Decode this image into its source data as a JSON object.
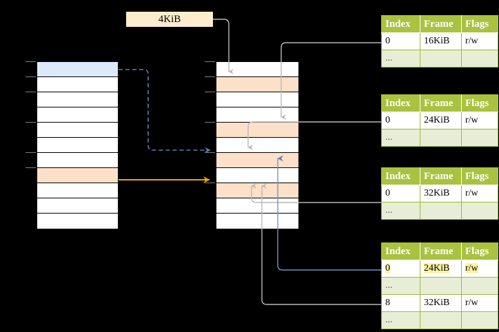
{
  "title": "Page table walk diagram",
  "size_label": {
    "text": "4KiB"
  },
  "colors": {
    "highlight_blue": "#dce9fa",
    "highlight_peach": "#fde0c8",
    "table_header_green": "#a9c23f",
    "table_alt_row": "#e8eed6",
    "yellow_mark": "#fbf3a0",
    "orange_arrow": "#e8a400",
    "blue_arrow": "#5b81b0",
    "gray_arrow": "#b3b3b3"
  },
  "virtual_column": {
    "name": "virtual-address-space",
    "row_count": 11,
    "rows": [
      {
        "index": 0,
        "fill": "blue"
      },
      {
        "index": 1,
        "fill": "white"
      },
      {
        "index": 2,
        "fill": "white"
      },
      {
        "index": 3,
        "fill": "white"
      },
      {
        "index": 4,
        "fill": "white"
      },
      {
        "index": 5,
        "fill": "white"
      },
      {
        "index": 6,
        "fill": "white"
      },
      {
        "index": 7,
        "fill": "peach"
      },
      {
        "index": 8,
        "fill": "white"
      },
      {
        "index": 9,
        "fill": "white"
      },
      {
        "index": 10,
        "fill": "white"
      }
    ]
  },
  "physical_column": {
    "name": "physical-memory",
    "row_count": 11,
    "rows": [
      {
        "index": 0,
        "fill": "white"
      },
      {
        "index": 1,
        "fill": "peach"
      },
      {
        "index": 2,
        "fill": "white"
      },
      {
        "index": 3,
        "fill": "white"
      },
      {
        "index": 4,
        "fill": "peach"
      },
      {
        "index": 5,
        "fill": "white"
      },
      {
        "index": 6,
        "fill": "peach"
      },
      {
        "index": 7,
        "fill": "white"
      },
      {
        "index": 8,
        "fill": "peach"
      },
      {
        "index": 9,
        "fill": "white"
      },
      {
        "index": 10,
        "fill": "white"
      }
    ]
  },
  "tables": [
    {
      "name": "page-table-level-1",
      "headers": [
        "Index",
        "Frame",
        "Flags"
      ],
      "rows": [
        {
          "cells": [
            "0",
            "16KiB",
            "r/w"
          ],
          "style": "normal",
          "highlight": []
        },
        {
          "cells": [
            "...",
            "",
            ""
          ],
          "style": "alt",
          "highlight": []
        }
      ]
    },
    {
      "name": "page-table-level-2",
      "headers": [
        "Index",
        "Frame",
        "Flags"
      ],
      "rows": [
        {
          "cells": [
            "0",
            "24KiB",
            "r/w"
          ],
          "style": "normal",
          "highlight": []
        },
        {
          "cells": [
            "...",
            "",
            ""
          ],
          "style": "alt",
          "highlight": []
        }
      ]
    },
    {
      "name": "page-table-level-3",
      "headers": [
        "Index",
        "Frame",
        "Flags"
      ],
      "rows": [
        {
          "cells": [
            "0",
            "32KiB",
            "r/w"
          ],
          "style": "normal",
          "highlight": []
        },
        {
          "cells": [
            "...",
            "",
            ""
          ],
          "style": "alt",
          "highlight": []
        }
      ]
    },
    {
      "name": "page-table-level-4",
      "headers": [
        "Index",
        "Frame",
        "Flags"
      ],
      "rows": [
        {
          "cells": [
            "0",
            "24KiB",
            "r/w"
          ],
          "style": "normal",
          "highlight": [
            0,
            1,
            2
          ]
        },
        {
          "cells": [
            "...",
            "",
            ""
          ],
          "style": "alt",
          "highlight": []
        },
        {
          "cells": [
            "8",
            "32KiB",
            "r/w"
          ],
          "style": "normal",
          "highlight": []
        },
        {
          "cells": [
            "...",
            "",
            ""
          ],
          "style": "alt",
          "highlight": []
        }
      ]
    }
  ]
}
